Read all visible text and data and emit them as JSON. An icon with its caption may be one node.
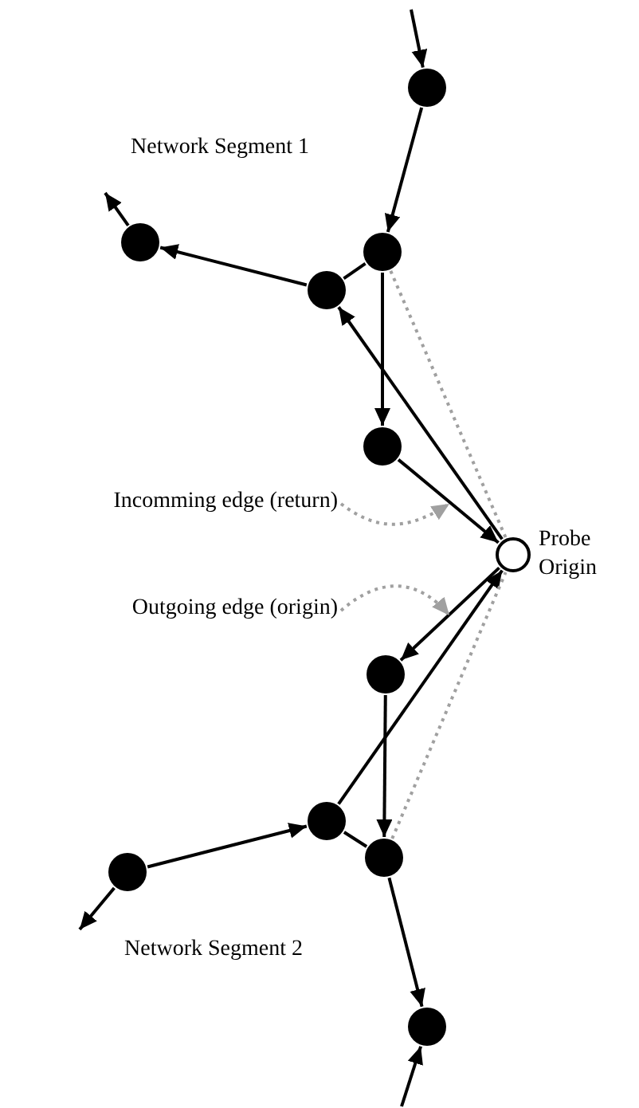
{
  "diagram": {
    "nodes": [
      {
        "text": [],
        "shape": "circle"
      },
      {
        "text": [],
        "shape": "circle"
      },
      {
        "text": [],
        "shape": "circle"
      },
      {
        "text": [],
        "shape": "circle"
      },
      {
        "text": [],
        "shape": "circle"
      },
      {
        "text": [],
        "shape": "circle",
        "beside": [
          "Probe Origin"
        ]
      },
      {
        "text": [],
        "shape": "circle"
      },
      {
        "text": [],
        "shape": "circle"
      },
      {
        "text": [],
        "shape": "circle"
      },
      {
        "text": [],
        "shape": "circle"
      },
      {
        "text": [],
        "shape": "circle"
      },
      {
        "text": [
          "Incomming edge (return)"
        ]
      },
      {
        "text": [
          "Outgoing edge (origin)"
        ]
      }
    ],
    "edges": [
      {
        "from": null,
        "to": 0,
        "arrow": "to"
      },
      {
        "from": 0,
        "to": 1,
        "arrow": "to"
      },
      {
        "from": 1,
        "to": 2,
        "arrow": "none"
      },
      {
        "from": 2,
        "to": 3,
        "arrow": "to"
      },
      {
        "from": 3,
        "to": null,
        "arrow": "to"
      },
      {
        "from": 1,
        "to": 4,
        "arrow": "to"
      },
      {
        "from": 4,
        "to": 5,
        "arrow": "to"
      },
      {
        "from": 5,
        "to": 2,
        "arrow": "to"
      },
      {
        "from": 1,
        "to": 5,
        "arrow": "none",
        "style": "dashed",
        "color": "#a0a0a0"
      },
      {
        "from": 5,
        "to": 6,
        "arrow": "to"
      },
      {
        "from": 6,
        "to": 8,
        "arrow": "to"
      },
      {
        "from": 7,
        "to": 5,
        "arrow": "to"
      },
      {
        "from": 7,
        "to": 8,
        "arrow": "none"
      },
      {
        "from": 9,
        "to": 7,
        "arrow": "to"
      },
      {
        "from": 9,
        "to": null,
        "arrow": "to"
      },
      {
        "from": 8,
        "to": 10,
        "arrow": "to"
      },
      {
        "from": null,
        "to": 10,
        "arrow": "to"
      },
      {
        "from": 8,
        "to": 5,
        "arrow": "none",
        "style": "dashed",
        "color": "#a0a0a0"
      },
      {
        "from": 11,
        "to": null,
        "arrow": "to",
        "style": "dashed",
        "color": "#a0a0a0"
      },
      {
        "from": 12,
        "to": null,
        "arrow": "to",
        "style": "dashed",
        "color": "#a0a0a0"
      }
    ],
    "labels": [
      "Network Segment 1",
      "Network Segment 2"
    ]
  }
}
